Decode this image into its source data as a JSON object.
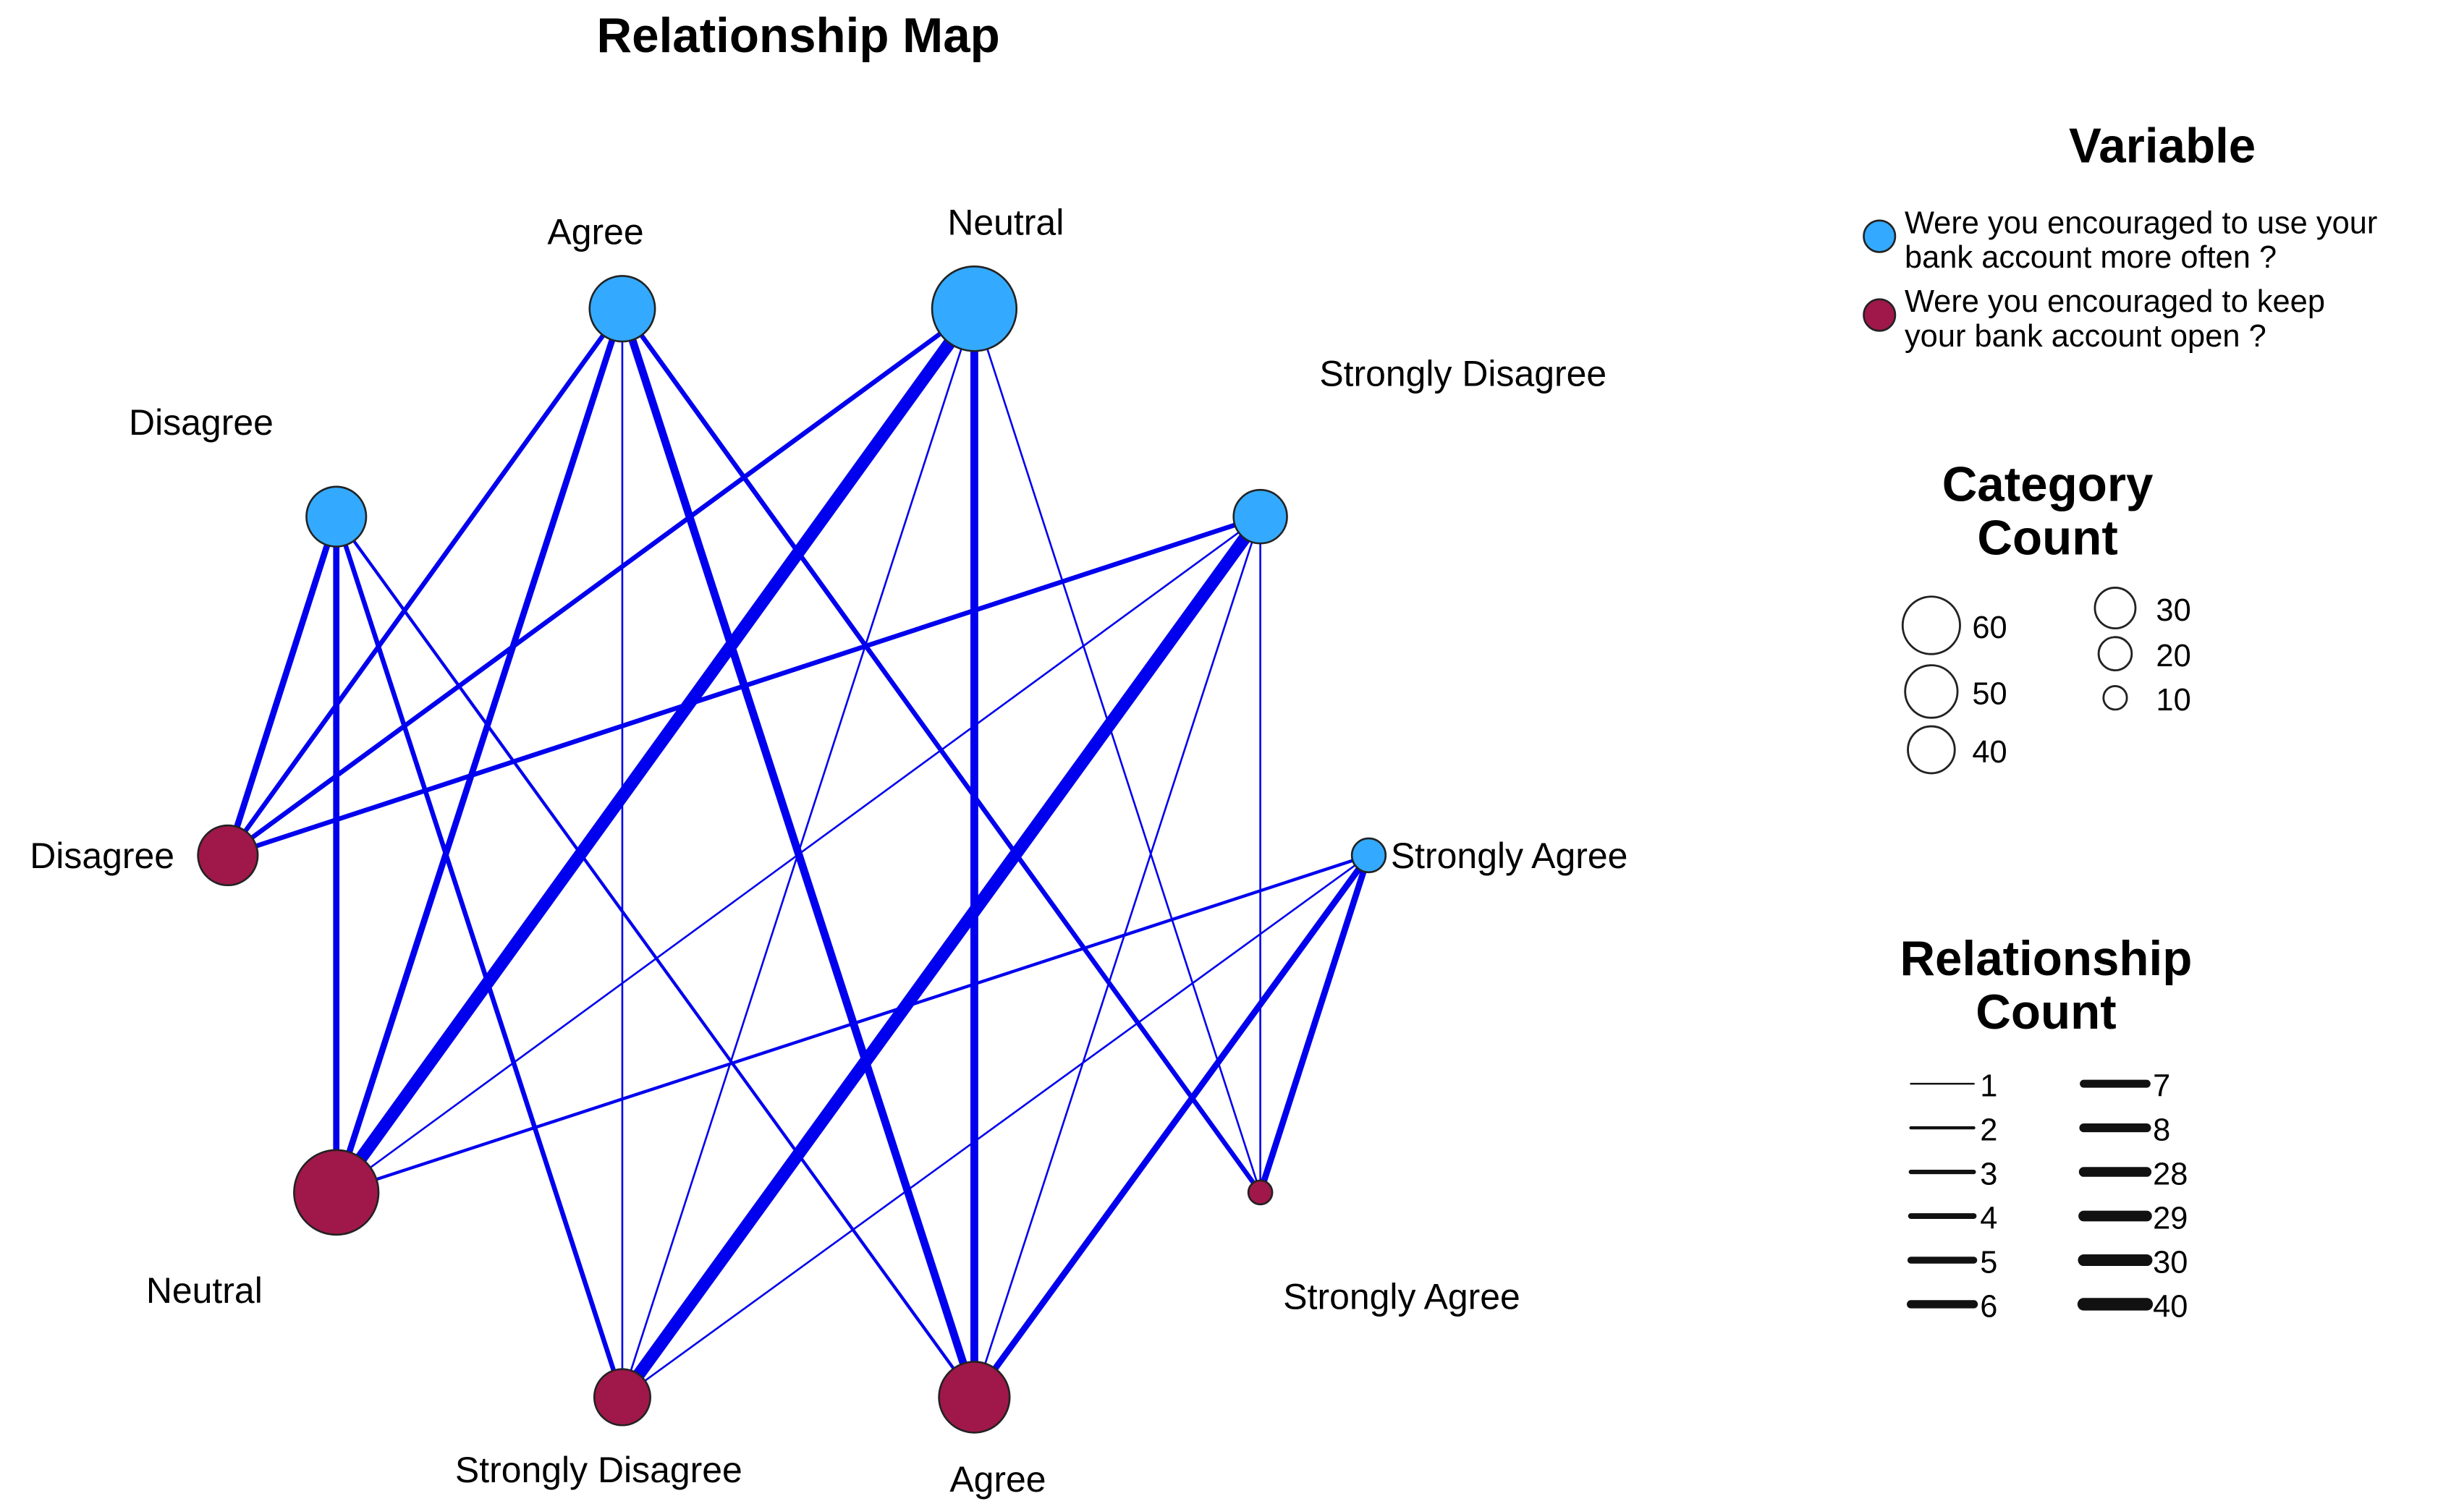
{
  "chart_data": {
    "type": "network",
    "title": "Relationship Map",
    "colors": {
      "q_use": "#33aaff",
      "q_keep": "#a0174a",
      "edge": "#0000ee"
    },
    "variables": [
      {
        "id": "use",
        "label_lines": [
          "Were you encouraged to use your",
          "bank account more often ?"
        ],
        "color": "#33aaff"
      },
      {
        "id": "keep",
        "label_lines": [
          "Were you encouraged to keep",
          "your bank account open ?"
        ],
        "color": "#a0174a"
      }
    ],
    "nodes": [
      {
        "id": "u_agree",
        "variable": "use",
        "label": "Agree",
        "count": 30
      },
      {
        "id": "u_neutral",
        "variable": "use",
        "label": "Neutral",
        "count": 50
      },
      {
        "id": "u_disagree",
        "variable": "use",
        "label": "Disagree",
        "count": 25
      },
      {
        "id": "u_sdis",
        "variable": "use",
        "label": "Strongly Disagree",
        "count": 20
      },
      {
        "id": "u_sagree",
        "variable": "use",
        "label": "Strongly Agree",
        "count": 8
      },
      {
        "id": "k_disagree",
        "variable": "keep",
        "label": "Disagree",
        "count": 25
      },
      {
        "id": "k_neutral",
        "variable": "keep",
        "label": "Neutral",
        "count": 50
      },
      {
        "id": "k_sdis",
        "variable": "keep",
        "label": "Strongly Disagree",
        "count": 22
      },
      {
        "id": "k_agree",
        "variable": "keep",
        "label": "Agree",
        "count": 35
      },
      {
        "id": "k_sagree",
        "variable": "keep",
        "label": "Strongly Agree",
        "count": 4
      }
    ],
    "edges": [
      {
        "source": "u_disagree",
        "target": "k_disagree",
        "count": 5
      },
      {
        "source": "u_disagree",
        "target": "k_neutral",
        "count": 5
      },
      {
        "source": "u_disagree",
        "target": "k_sdis",
        "count": 3
      },
      {
        "source": "u_disagree",
        "target": "k_agree",
        "count": 2
      },
      {
        "source": "u_agree",
        "target": "k_disagree",
        "count": 4
      },
      {
        "source": "u_agree",
        "target": "k_neutral",
        "count": 5
      },
      {
        "source": "u_agree",
        "target": "k_sdis",
        "count": 1
      },
      {
        "source": "u_agree",
        "target": "k_agree",
        "count": 8
      },
      {
        "source": "u_agree",
        "target": "k_sagree",
        "count": 3
      },
      {
        "source": "u_neutral",
        "target": "k_disagree",
        "count": 4
      },
      {
        "source": "u_neutral",
        "target": "k_neutral",
        "count": 29
      },
      {
        "source": "u_neutral",
        "target": "k_sdis",
        "count": 1
      },
      {
        "source": "u_neutral",
        "target": "k_agree",
        "count": 7
      },
      {
        "source": "u_neutral",
        "target": "k_sagree",
        "count": 1
      },
      {
        "source": "u_sdis",
        "target": "k_disagree",
        "count": 3
      },
      {
        "source": "u_sdis",
        "target": "k_neutral",
        "count": 1
      },
      {
        "source": "u_sdis",
        "target": "k_sdis",
        "count": 28
      },
      {
        "source": "u_sdis",
        "target": "k_agree",
        "count": 1
      },
      {
        "source": "u_sdis",
        "target": "k_sagree",
        "count": 1
      },
      {
        "source": "u_sagree",
        "target": "k_neutral",
        "count": 2
      },
      {
        "source": "u_sagree",
        "target": "k_sdis",
        "count": 1
      },
      {
        "source": "u_sagree",
        "target": "k_agree",
        "count": 5
      },
      {
        "source": "u_sagree",
        "target": "k_sagree",
        "count": 6
      }
    ],
    "legend": {
      "variable_title": "Variable",
      "category_title_lines": [
        "Category",
        "Count"
      ],
      "category_sizes": [
        60,
        50,
        40,
        30,
        20,
        10
      ],
      "relationship_title_lines": [
        "Relationship",
        "Count"
      ],
      "relationship_sizes": [
        1,
        2,
        3,
        4,
        5,
        6,
        7,
        8,
        28,
        29,
        30,
        40
      ]
    }
  }
}
